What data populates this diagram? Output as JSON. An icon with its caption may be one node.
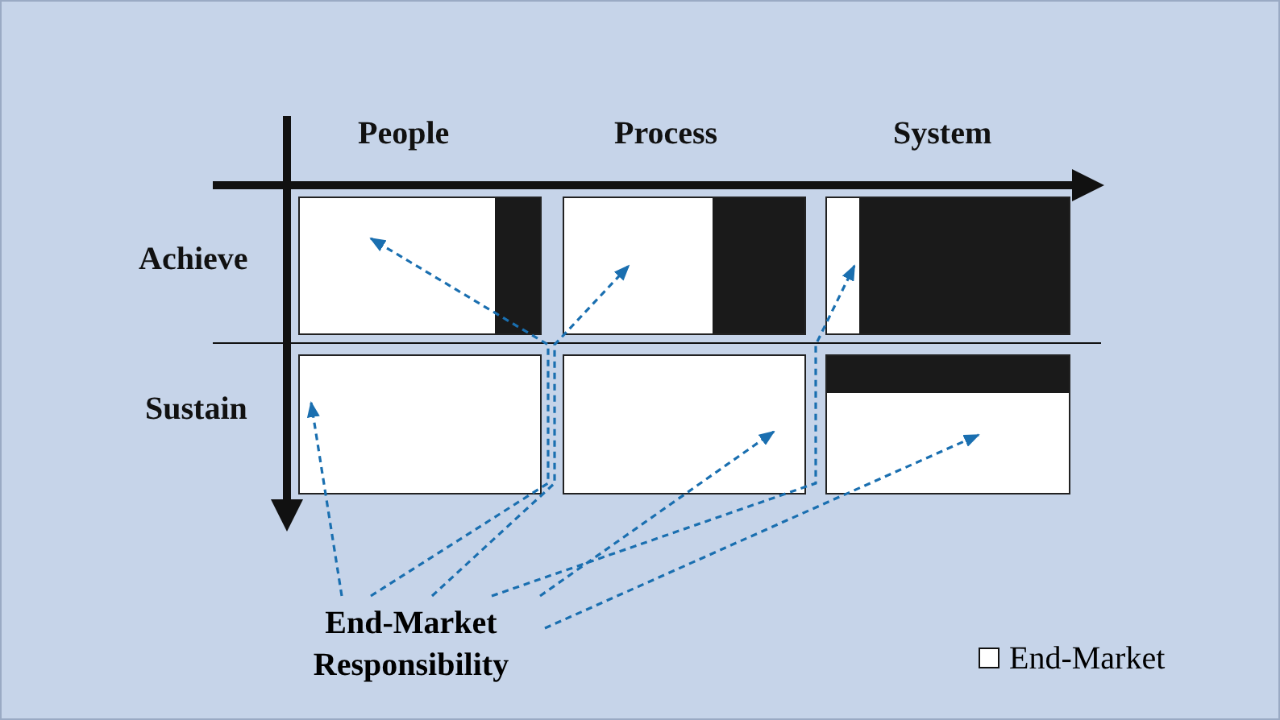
{
  "diagram": {
    "nodes": [
      {
        "text": [],
        "shape": "box"
      },
      {
        "text": [],
        "shape": "box"
      },
      {
        "text": [],
        "shape": "box"
      },
      {
        "text": [],
        "shape": "box"
      },
      {
        "text": [],
        "shape": "box"
      },
      {
        "text": [],
        "shape": "box"
      },
      {
        "text": [
          "End-Market Responsibility"
        ]
      }
    ],
    "edges": [
      {
        "from": 6,
        "to": 3,
        "arrow": "to"
      },
      {
        "from": 6,
        "to": 0,
        "arrow": "to"
      },
      {
        "from": 6,
        "to": 1,
        "arrow": "to"
      },
      {
        "from": 6,
        "to": 2,
        "arrow": "to"
      },
      {
        "from": 6,
        "to": 4,
        "arrow": "to"
      },
      {
        "from": 6,
        "to": 5,
        "arrow": "to"
      }
    ],
    "labels": [
      "People",
      "Process",
      "System",
      "Achieve",
      "Sustain"
    ],
    "legend": [
      {
        "text": "End-Market",
        "color": "#ffffff"
      }
    ]
  }
}
